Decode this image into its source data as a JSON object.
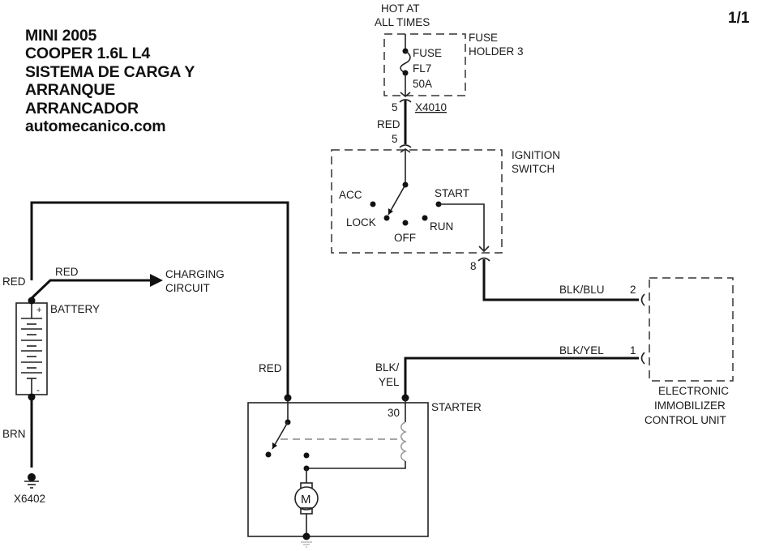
{
  "title": {
    "lines": [
      "MINI 2005",
      "COOPER 1.6L L4",
      "SISTEMA DE CARGA Y",
      "ARRANQUE",
      "ARRANCADOR",
      "automecanico.com"
    ]
  },
  "page_number": "1/1",
  "power_source": {
    "line1": "HOT AT",
    "line2": "ALL TIMES"
  },
  "fuse_holder": {
    "label_line1": "FUSE",
    "label_line2": "HOLDER 3",
    "fuse_line1": "FUSE",
    "fuse_line2": "FL7",
    "fuse_line3": "50A"
  },
  "connector_x4010": {
    "name": "X4010",
    "pin_top": "5",
    "pin_bottom": "5",
    "wire_color": "RED"
  },
  "ignition_switch": {
    "label_line1": "IGNITION",
    "label_line2": "SWITCH",
    "positions": [
      "ACC",
      "LOCK",
      "OFF",
      "RUN",
      "START"
    ],
    "output_pin": "8"
  },
  "immobilizer": {
    "label_line1": "ELECTRONIC",
    "label_line2": "IMMOBILIZER",
    "label_line3": "CONTROL UNIT",
    "pins": [
      {
        "pin": "2",
        "wire_color": "BLK/BLU"
      },
      {
        "pin": "1",
        "wire_color": "BLK/YEL"
      }
    ]
  },
  "battery": {
    "label": "BATTERY",
    "plus": "+",
    "minus": "-",
    "wire_top": "RED",
    "wire_branch": "RED",
    "wire_ground": "BRN",
    "ground_point": "X6402"
  },
  "charging_circuit": {
    "line1": "CHARGING",
    "line2": "CIRCUIT"
  },
  "starter": {
    "label": "STARTER",
    "wire_main": "RED",
    "wire_control_line1": "BLK/",
    "wire_control_line2": "YEL",
    "terminal": "30",
    "motor_symbol": "M"
  }
}
